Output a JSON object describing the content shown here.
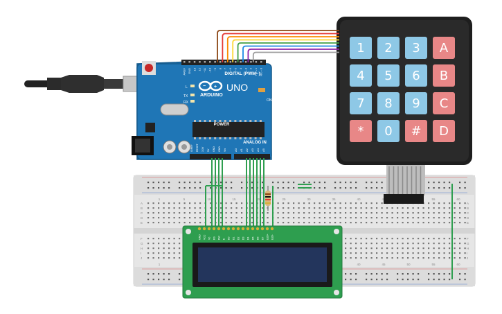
{
  "arduino": {
    "brand": "ARDUINO",
    "model": "UNO",
    "digital_label": "DIGITAL (PWM~)",
    "power_label": "POWER",
    "analog_label": "ANALOG IN",
    "on_label": "ON",
    "tx_label": "TX",
    "rx_label": "RX",
    "l_label": "L",
    "digital_pins": [
      "AREF",
      "GND",
      "13",
      "12",
      "~11",
      "~10",
      "~9",
      "8",
      "7",
      "~6",
      "~5",
      "4",
      "~3",
      "2",
      "TX→1",
      "RX←0"
    ],
    "power_pins": [
      "IOREF",
      "RESET",
      "3.3V",
      "5V",
      "GND",
      "GND",
      "Vin"
    ],
    "analog_pins": [
      "A0",
      "A1",
      "A2",
      "A3",
      "A4",
      "A5"
    ]
  },
  "keypad": {
    "keys": [
      [
        "1",
        "2",
        "3",
        "A"
      ],
      [
        "4",
        "5",
        "6",
        "B"
      ],
      [
        "7",
        "8",
        "9",
        "C"
      ],
      [
        "*",
        "0",
        "#",
        "D"
      ]
    ],
    "colors": {
      "numeric": "#8ec8e6",
      "letter": "#e88787",
      "body": "#1e1e1e"
    }
  },
  "breadboard": {
    "row_letters_top": [
      "A",
      "B",
      "C",
      "D",
      "E"
    ],
    "row_letters_bottom": [
      "F",
      "G",
      "H",
      "I",
      "J"
    ],
    "column_numbers": [
      "1",
      "5",
      "10",
      "15",
      "20",
      "25",
      "30",
      "35",
      "40",
      "45",
      "50",
      "55",
      "60"
    ]
  },
  "lcd": {
    "pins": [
      "GND",
      "VCC",
      "V0",
      "RS",
      "RW",
      "E",
      "D0",
      "D1",
      "D2",
      "D3",
      "D4",
      "D5",
      "D6",
      "D7",
      "LED+",
      "LED-"
    ],
    "colors": {
      "pcb": "#2e9e4f",
      "screen": "#23355c"
    }
  },
  "wire_colors": [
    "#8b4513",
    "#e53935",
    "#fb8c00",
    "#fdd835",
    "#43a047",
    "#1e88e5",
    "#8e24aa",
    "#9e9e9e"
  ]
}
